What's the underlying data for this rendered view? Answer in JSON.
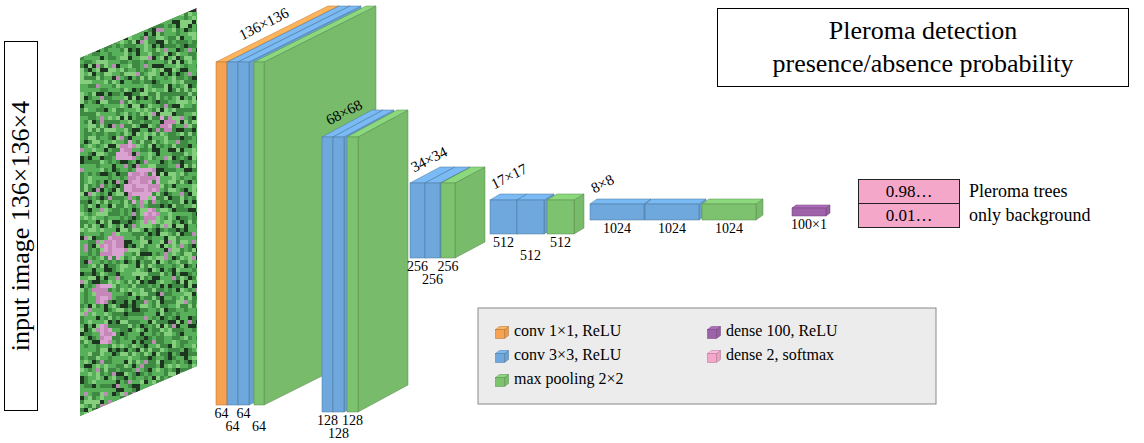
{
  "diagram": {
    "nodes": [
      {
        "text": [
          "input image 136×136×4"
        ]
      },
      {
        "text": [
          "Pleroma detection presence/absence probability"
        ]
      },
      {
        "text": [
          "0.98…"
        ]
      },
      {
        "text": [
          "0.01…"
        ]
      }
    ],
    "labels": [
      "136×136",
      "64",
      "64",
      "64",
      "64",
      "68×68",
      "128",
      "128",
      "128",
      "34×34",
      "256",
      "256",
      "256",
      "17×17",
      "512",
      "512",
      "512",
      "8×8",
      "1024",
      "1024",
      "1024",
      "100×1",
      "Pleroma trees",
      "only background"
    ],
    "legend": [
      {
        "text": "conv 1×1, ReLU",
        "color": "#f6a251"
      },
      {
        "text": "conv 3×3, ReLU",
        "color": "#6ea8dc"
      },
      {
        "text": "max pooling 2×2",
        "color": "#7dc36f"
      },
      {
        "text": "dense 100, ReLU",
        "color": "#9e62aa"
      },
      {
        "text": "dense 2, softmax",
        "color": "#f5a7c9"
      }
    ]
  }
}
